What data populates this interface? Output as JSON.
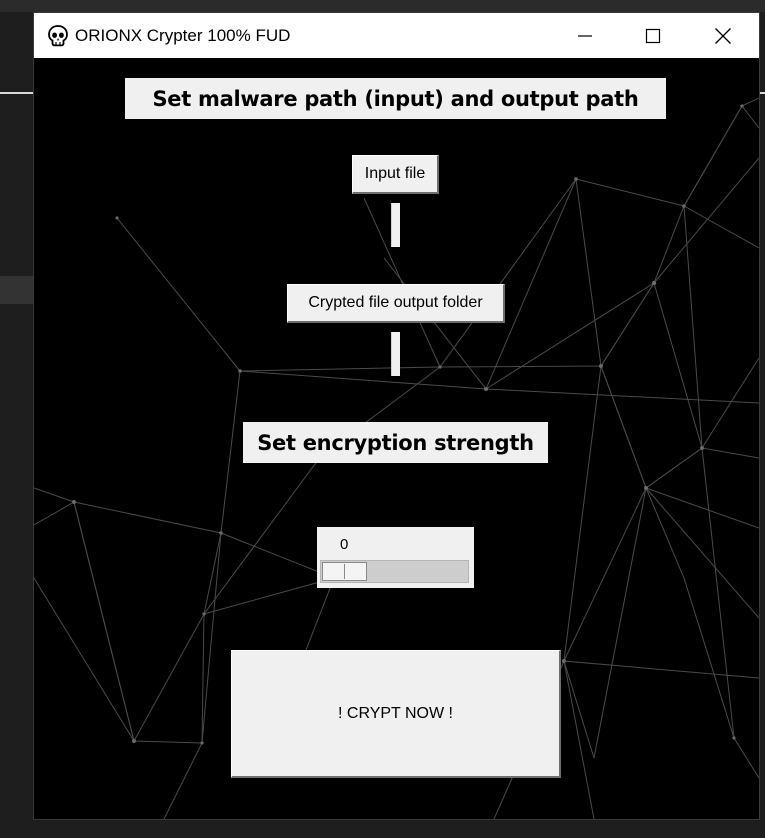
{
  "window": {
    "title": "ORIONX Crypter 100% FUD",
    "icon": "skull-icon",
    "controls": [
      "minimize-icon",
      "maximize-icon",
      "close-icon"
    ]
  },
  "main": {
    "path_heading": "Set malware path (input) and output path",
    "input_button_label": "Input file",
    "input_path_value": "",
    "output_button_label": "Crypted file output folder",
    "output_path_value": "",
    "strength_heading": "Set encryption strength",
    "strength_value": "0",
    "crypt_button_label": "! CRYPT NOW !"
  },
  "colors": {
    "window_background": "#000000",
    "widget_background": "#f0f0f0",
    "titlebar": "#ffffff",
    "network_lines": "#4a4a4a"
  }
}
